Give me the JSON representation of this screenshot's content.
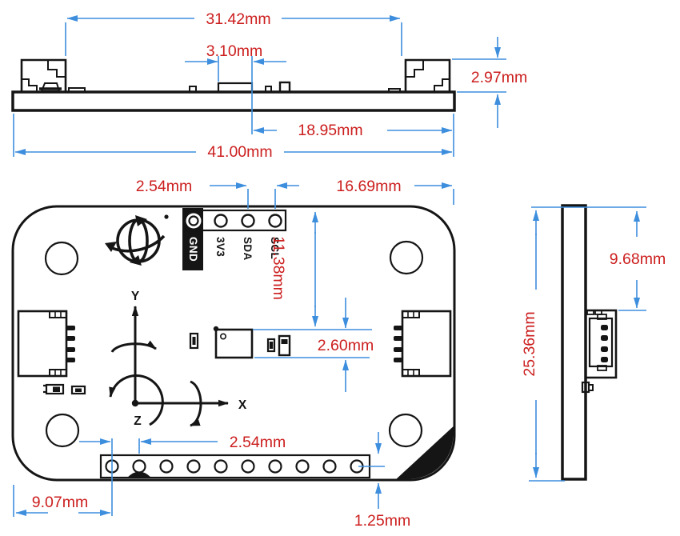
{
  "colors": {
    "dimension_line": "#3e8ede",
    "dimension_text": "#cc1e1e",
    "ink": "#151515"
  },
  "views": {
    "top": {
      "dims": {
        "connector_span": "31.42mm",
        "component_width": "3.10mm",
        "connector_height": "2.97mm",
        "right_offset": "18.95mm",
        "total_width": "41.00mm"
      }
    },
    "front": {
      "pin_labels": [
        "GND",
        "3V3",
        "SDA",
        "SCL"
      ],
      "axis_labels": {
        "x": "X",
        "y": "Y",
        "z": "Z"
      },
      "dims": {
        "top_pin_pitch": "2.54mm",
        "right_margin": "16.69mm",
        "vertical_offset": "11.38mm",
        "chip_height": "2.60mm",
        "bottom_pin_pitch": "2.54mm",
        "left_offset": "9.07mm",
        "bottom_offset": "1.25mm"
      }
    },
    "side": {
      "dims": {
        "connector_offset": "9.68mm",
        "board_height": "25.36mm"
      }
    }
  }
}
